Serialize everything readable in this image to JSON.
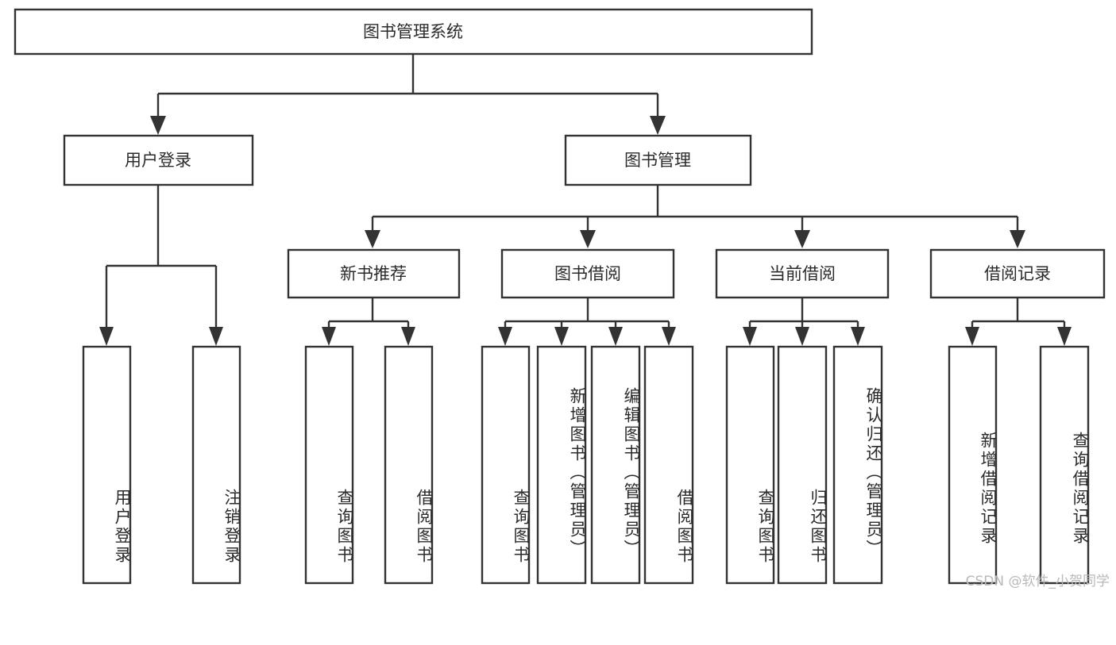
{
  "diagram": {
    "type": "tree",
    "title": "图书管理系统",
    "watermark": "CSDN @软件_小贺同学",
    "colors": {
      "stroke": "#333333",
      "fill": "#ffffff",
      "text": "#2b2b2b",
      "watermark": "#b9b9b9"
    },
    "levels": {
      "root": "图书管理系统",
      "level1": [
        "用户登录",
        "图书管理"
      ],
      "level2": [
        "新书推荐",
        "图书借阅",
        "当前借阅",
        "借阅记录"
      ]
    },
    "nodes": {
      "root": {
        "label": "图书管理系统",
        "orientation": "horizontal"
      },
      "user_login": {
        "label": "用户登录",
        "orientation": "horizontal"
      },
      "book_manage": {
        "label": "图书管理",
        "orientation": "horizontal"
      },
      "new_book_rec": {
        "label": "新书推荐",
        "orientation": "horizontal"
      },
      "book_borrow": {
        "label": "图书借阅",
        "orientation": "horizontal"
      },
      "current_borrow": {
        "label": "当前借阅",
        "orientation": "horizontal"
      },
      "borrow_record": {
        "label": "借阅记录",
        "orientation": "horizontal"
      },
      "leaf_user_login": {
        "label": "用户登录",
        "orientation": "vertical"
      },
      "leaf_logout": {
        "label": "注销登录",
        "orientation": "vertical"
      },
      "leaf_query_book_1": {
        "label": "查询图书",
        "orientation": "vertical"
      },
      "leaf_borrow_book_1": {
        "label": "借阅图书",
        "orientation": "vertical"
      },
      "leaf_query_book_2": {
        "label": "查询图书",
        "orientation": "vertical"
      },
      "leaf_add_book": {
        "label": "新增图书（管理员）",
        "orientation": "vertical"
      },
      "leaf_edit_book": {
        "label": "编辑图书（管理员）",
        "orientation": "vertical"
      },
      "leaf_borrow_book_2": {
        "label": "借阅图书",
        "orientation": "vertical"
      },
      "leaf_query_book_3": {
        "label": "查询图书",
        "orientation": "vertical"
      },
      "leaf_return_book": {
        "label": "归还图书",
        "orientation": "vertical"
      },
      "leaf_confirm_return": {
        "label": "确认归还（管理员）",
        "orientation": "vertical"
      },
      "leaf_add_record": {
        "label": "新增借阅记录",
        "orientation": "vertical"
      },
      "leaf_query_record": {
        "label": "查询借阅记录",
        "orientation": "vertical"
      }
    },
    "edges": [
      {
        "from": "root",
        "to": "user_login"
      },
      {
        "from": "root",
        "to": "book_manage"
      },
      {
        "from": "user_login",
        "to": "leaf_user_login"
      },
      {
        "from": "user_login",
        "to": "leaf_logout"
      },
      {
        "from": "book_manage",
        "to": "new_book_rec"
      },
      {
        "from": "book_manage",
        "to": "book_borrow"
      },
      {
        "from": "book_manage",
        "to": "current_borrow"
      },
      {
        "from": "book_manage",
        "to": "borrow_record"
      },
      {
        "from": "new_book_rec",
        "to": "leaf_query_book_1"
      },
      {
        "from": "new_book_rec",
        "to": "leaf_borrow_book_1"
      },
      {
        "from": "book_borrow",
        "to": "leaf_query_book_2"
      },
      {
        "from": "book_borrow",
        "to": "leaf_add_book"
      },
      {
        "from": "book_borrow",
        "to": "leaf_edit_book"
      },
      {
        "from": "book_borrow",
        "to": "leaf_borrow_book_2"
      },
      {
        "from": "current_borrow",
        "to": "leaf_query_book_3"
      },
      {
        "from": "current_borrow",
        "to": "leaf_return_book"
      },
      {
        "from": "current_borrow",
        "to": "leaf_confirm_return"
      },
      {
        "from": "borrow_record",
        "to": "leaf_add_record"
      },
      {
        "from": "borrow_record",
        "to": "leaf_query_record"
      }
    ]
  }
}
